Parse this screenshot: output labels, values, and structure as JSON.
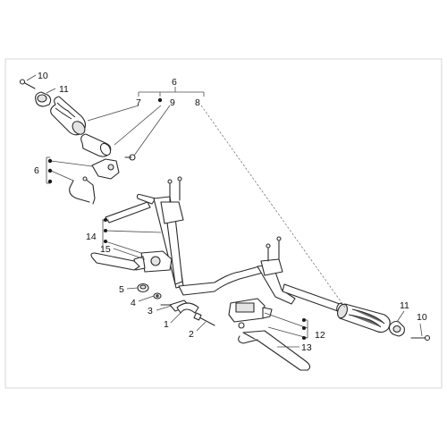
{
  "callouts": {
    "c6_top": "6",
    "c7": "7",
    "c9": "9",
    "c8": "8",
    "c10_left": "10",
    "c11_left": "11",
    "c6_left": "6",
    "c14": "14",
    "c15": "15",
    "c5": "5",
    "c4": "4",
    "c3": "3",
    "c1": "1",
    "c2": "2",
    "c12": "12",
    "c13": "13",
    "c11_right": "11",
    "c10_right": "10"
  }
}
